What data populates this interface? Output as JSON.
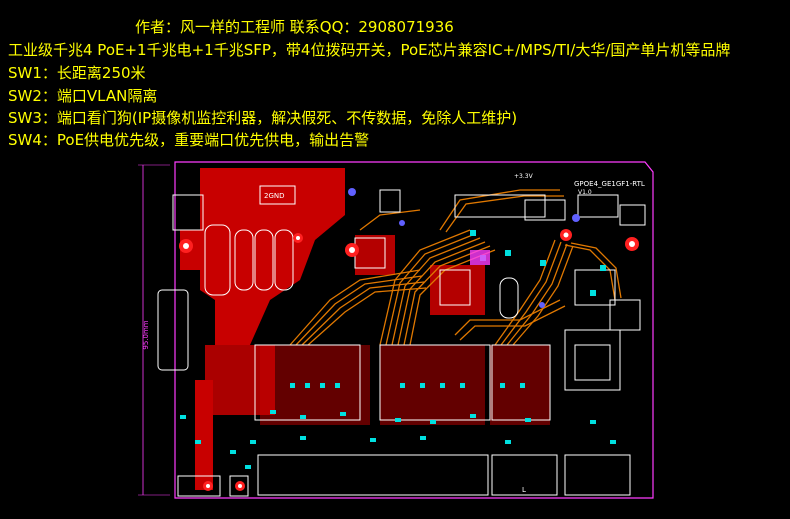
{
  "header": {
    "author_line": "作者：风一样的工程师 联系QQ：2908071936",
    "description": "工业级千兆4 PoE+1千兆电+1千兆SFP，带4位拨码开关，PoE芯片兼容IC+/MPS/TI/大华/国产单片机等品牌",
    "sw_items": [
      "SW1：长距离250米",
      "SW2：端口VLAN隔离",
      "SW3：端口看门狗(IP摄像机监控利器，解决假死、不传数据，免除人工维护)",
      "SW4：PoE供电优先级，重要端口优先供电，输出告警"
    ]
  },
  "pcb": {
    "board_label": "GPOE4_GE1GF1-RTL",
    "board_version": "V1.0",
    "dimension_label": "95.0mm",
    "voltage_label": "+3.3V",
    "silk_2gnd": "2GND",
    "port_marker": "L"
  },
  "colors": {
    "text": "#ffff00",
    "background": "#000000",
    "copper": "#c80000",
    "trace_orange": "#e07800",
    "silk_white": "#ffffff",
    "pad_cyan": "#00e0e0",
    "outline_magenta": "#ff3cff",
    "via_blue": "#6060ff"
  }
}
